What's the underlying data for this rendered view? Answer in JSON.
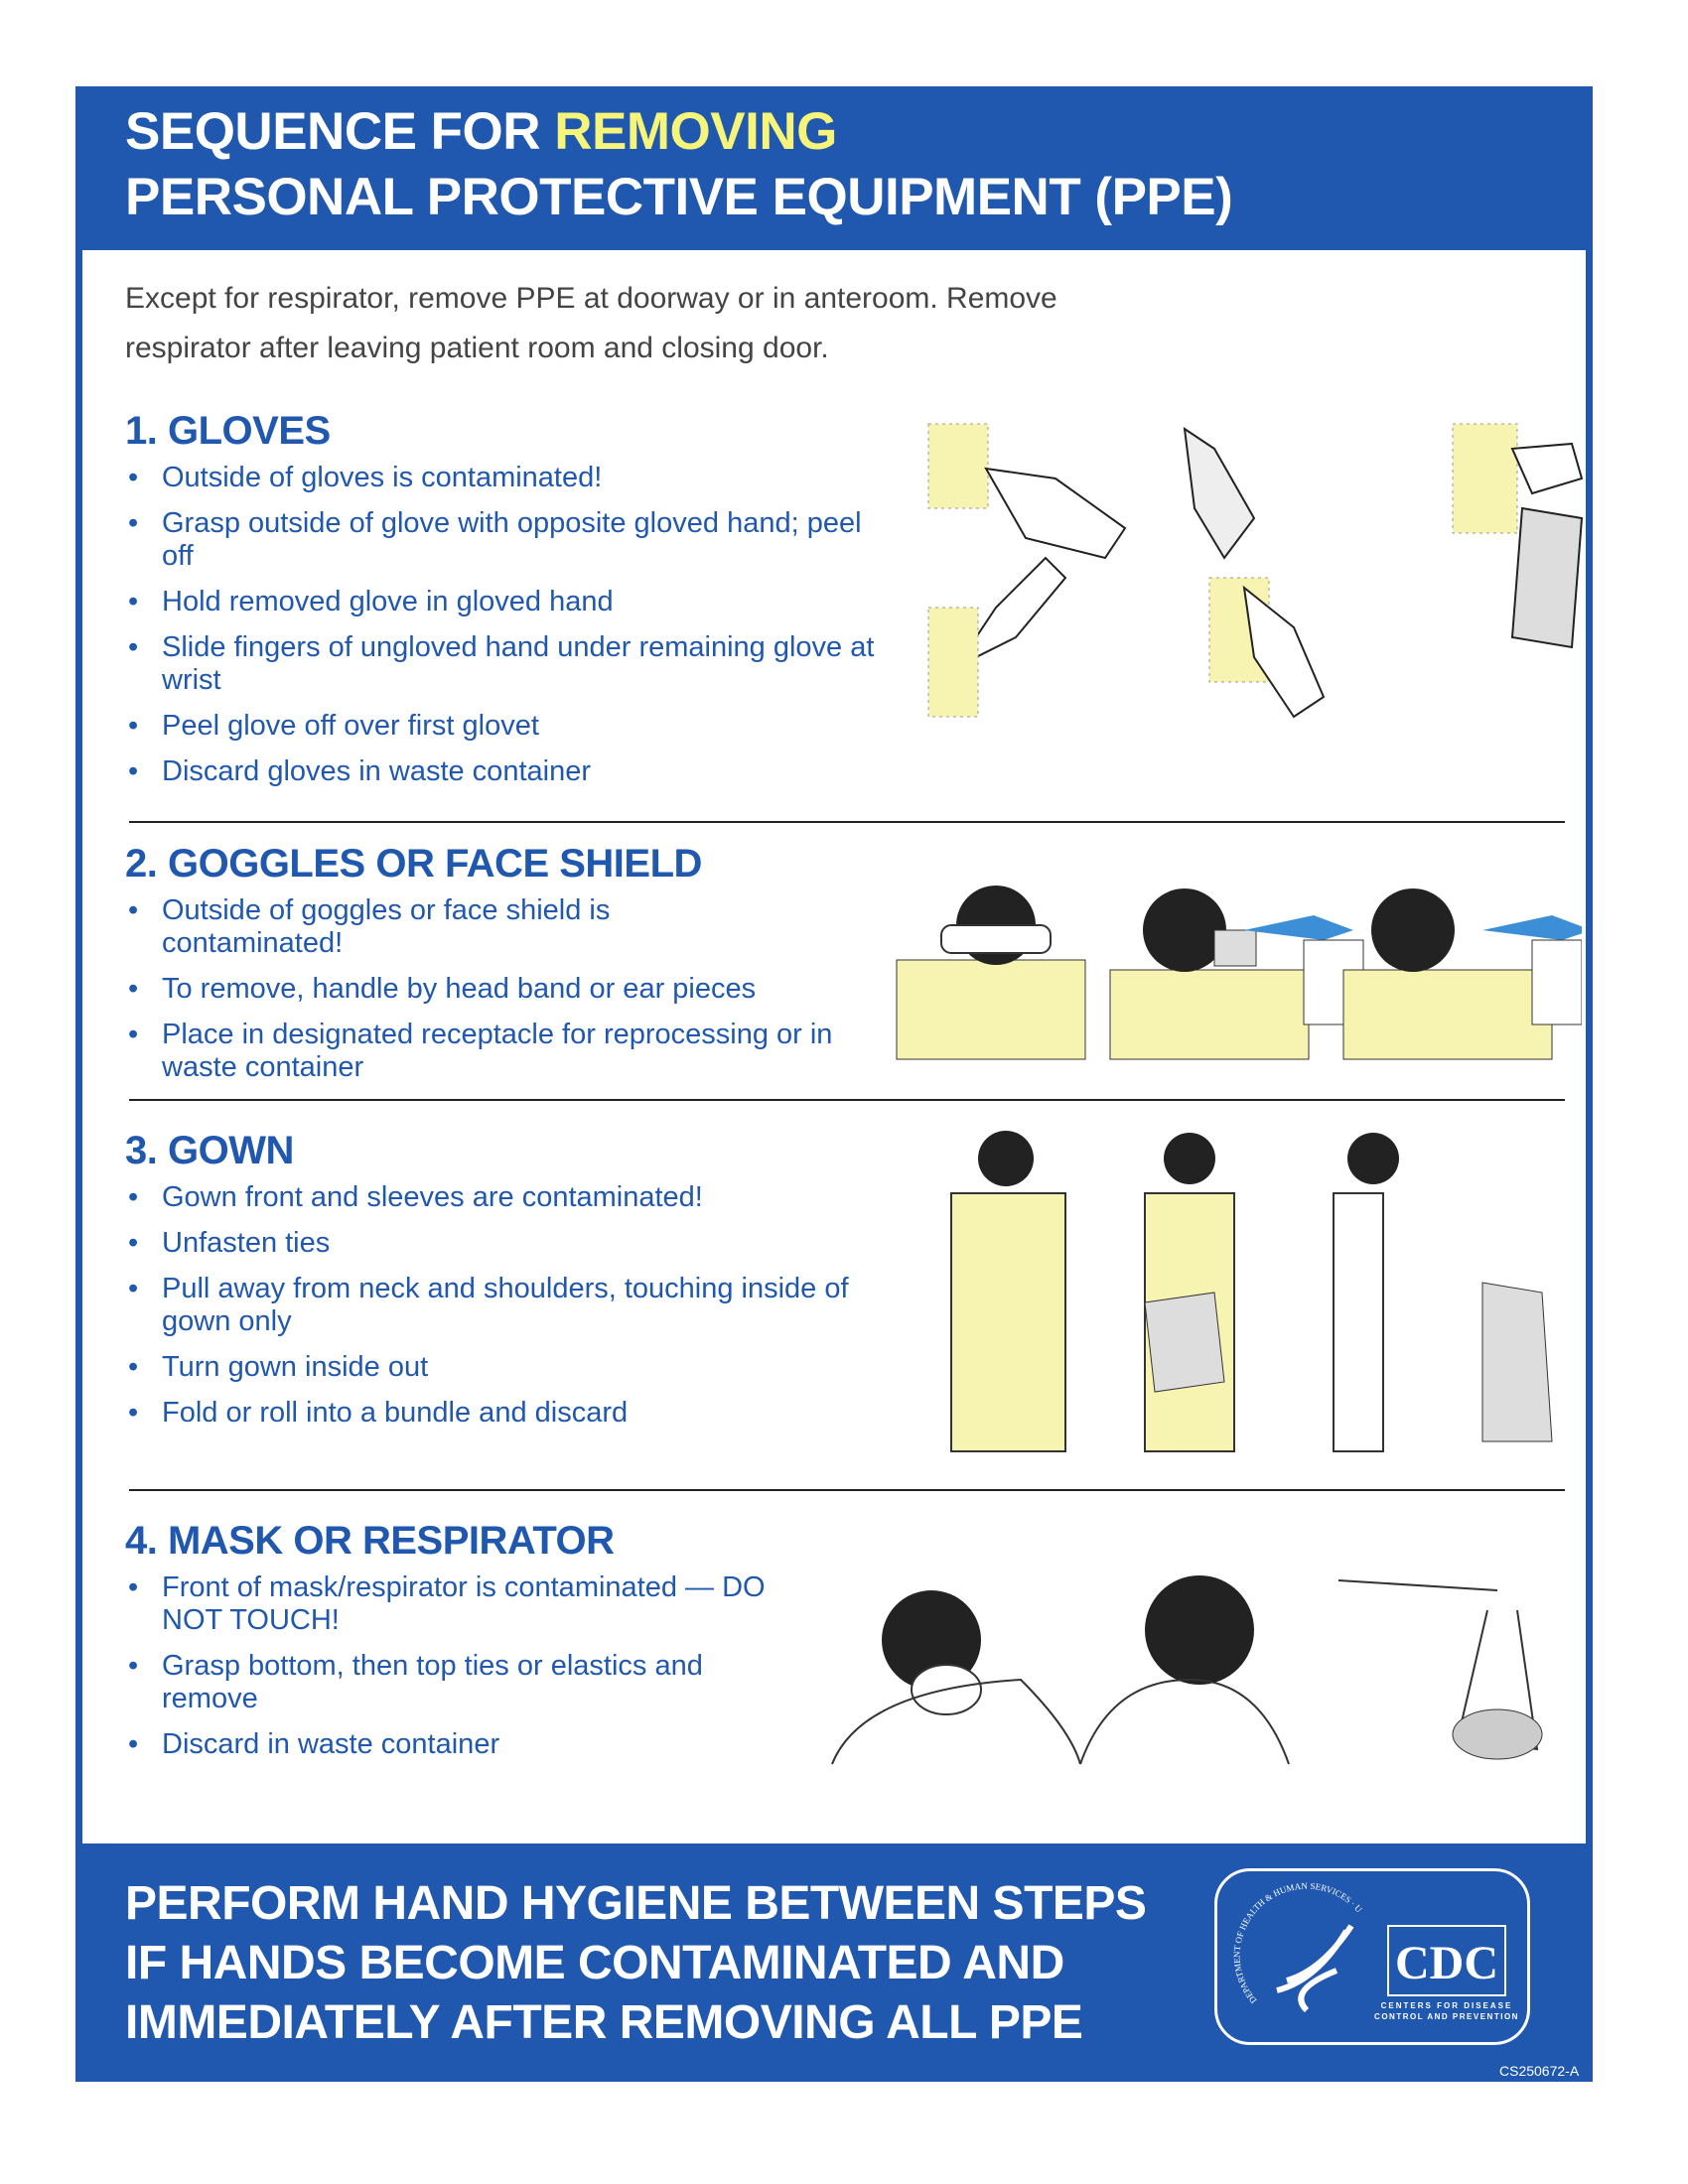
{
  "header": {
    "title_prefix": "SEQUENCE FOR ",
    "title_highlight": "REMOVING",
    "title_line2": "PERSONAL PROTECTIVE EQUIPMENT (PPE)"
  },
  "intro": "Except for respirator, remove PPE at doorway or in anteroom. Remove respirator after leaving patient room and closing door.",
  "sections": [
    {
      "heading": "1. GLOVES",
      "bullets": [
        "Outside of gloves is contaminated!",
        "Grasp outside of glove with opposite gloved hand; peel off",
        "Hold removed glove in gloved hand",
        "Slide fingers of ungloved hand under remaining glove at wrist",
        "Peel glove off over first glovet",
        "Discard gloves in waste container"
      ]
    },
    {
      "heading": "2. GOGGLES OR FACE SHIELD",
      "bullets": [
        "Outside of goggles or face shield is contaminated!",
        "To remove, handle by head band or ear pieces",
        "Place in designated receptacle for reprocessing or in waste container"
      ]
    },
    {
      "heading": "3. GOWN",
      "bullets": [
        "Gown front and sleeves are contaminated!",
        "Unfasten ties",
        "Pull away from neck and shoulders, touching inside of gown only",
        "Turn gown inside out",
        "Fold or roll into a bundle and discard"
      ]
    },
    {
      "heading": "4. MASK OR RESPIRATOR",
      "bullets": [
        "Front of mask/respirator is contaminated — DO NOT TOUCH!",
        "Grasp bottom, then top ties or elastics and remove",
        "Discard in waste container"
      ]
    }
  ],
  "footer": {
    "lines": [
      "PERFORM HAND HYGIENE BETWEEN STEPS",
      "IF HANDS BECOME CONTAMINATED AND",
      "IMMEDIATELY AFTER REMOVING ALL PPE"
    ],
    "logo": {
      "hhs_text": "DEPARTMENT OF HEALTH & HUMAN SERVICES · USA",
      "cdc": "CDC",
      "cdc_line1": "CENTERS FOR DISEASE",
      "cdc_line2": "CONTROL AND PREVENTION"
    },
    "code": "CS250672-A"
  },
  "colors": {
    "brand_blue": "#1f58ae",
    "highlight_yellow": "#f6f57a",
    "gown_yellow": "#f7f3b0"
  }
}
